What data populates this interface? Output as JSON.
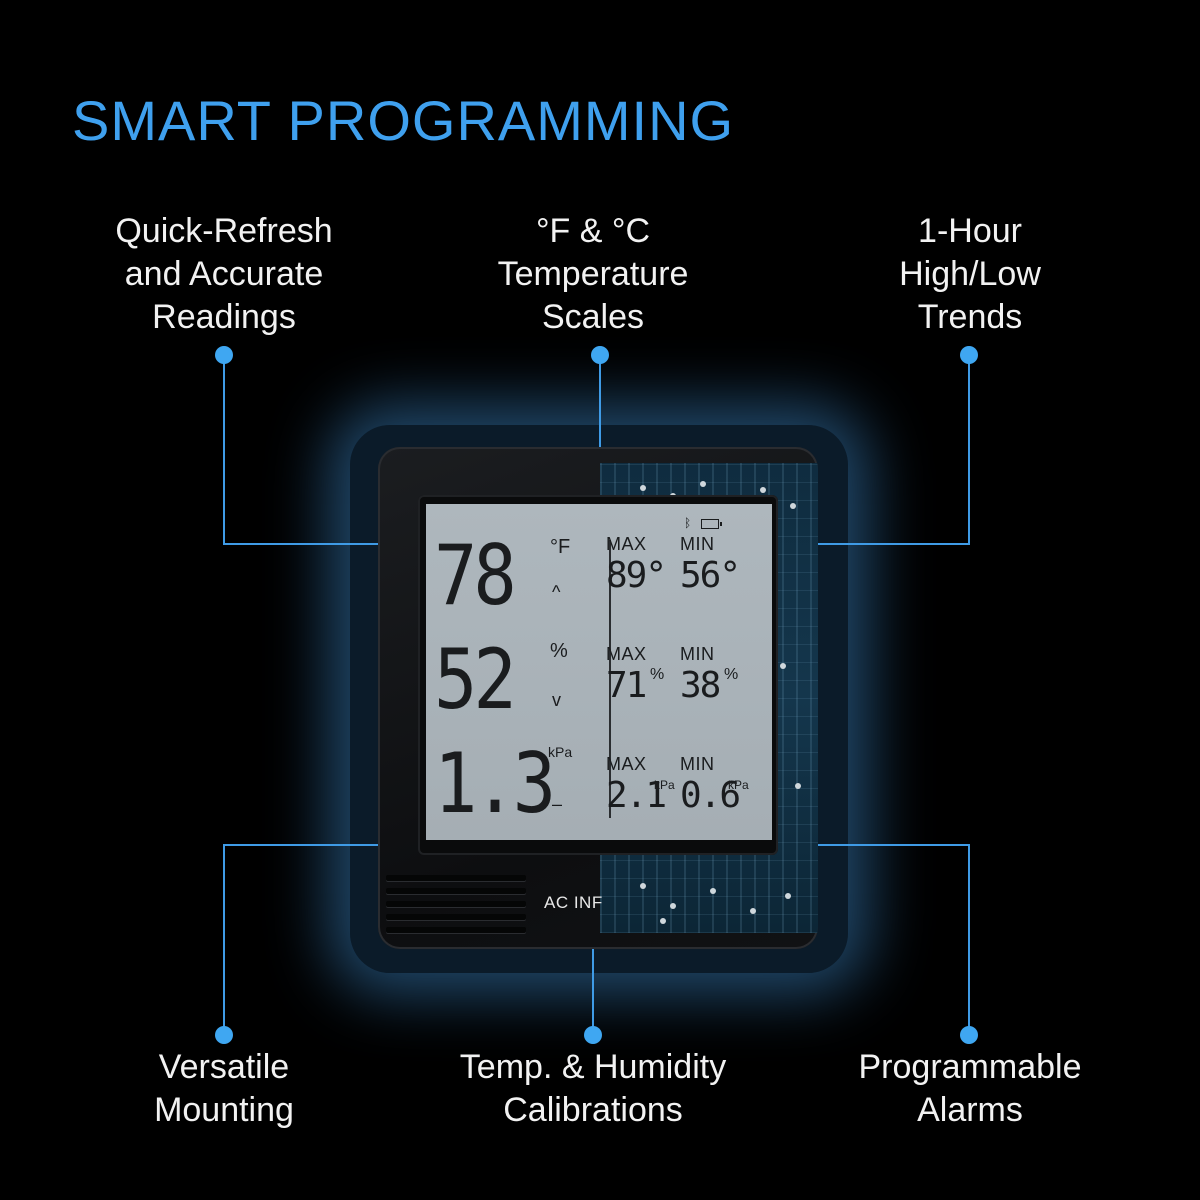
{
  "title": "SMART PROGRAMMING",
  "features": {
    "top_left": [
      "Quick-Refresh",
      "and Accurate",
      "Readings"
    ],
    "top_center": [
      "°F & °C",
      "Temperature",
      "Scales"
    ],
    "top_right": [
      "1-Hour",
      "High/Low",
      "Trends"
    ],
    "bottom_left": [
      "Versatile",
      "Mounting"
    ],
    "bottom_center": [
      "Temp. & Humidity",
      "Calibrations"
    ],
    "bottom_right": [
      "Programmable",
      "Alarms"
    ]
  },
  "display": {
    "temperature": {
      "value": "78",
      "unit": "°F",
      "trend": "^"
    },
    "humidity": {
      "value": "52",
      "unit": "%",
      "trend": "v"
    },
    "vpd": {
      "value": "1.3",
      "unit": "kPa",
      "trend": "–"
    },
    "max_label": "MAX",
    "min_label": "MIN",
    "temp_max": "89°",
    "temp_min": "56°",
    "hum_max": "71",
    "hum_min": "38",
    "hum_unit": "%",
    "vpd_max": "2.1",
    "vpd_min": "0.6",
    "vpd_unit": "kPa",
    "bluetooth_icon": "ᛒ"
  },
  "brand_text": "AC INF",
  "colors": {
    "accent": "#3fa0ee",
    "background": "#000000",
    "lcd": "#aeb7bd"
  }
}
